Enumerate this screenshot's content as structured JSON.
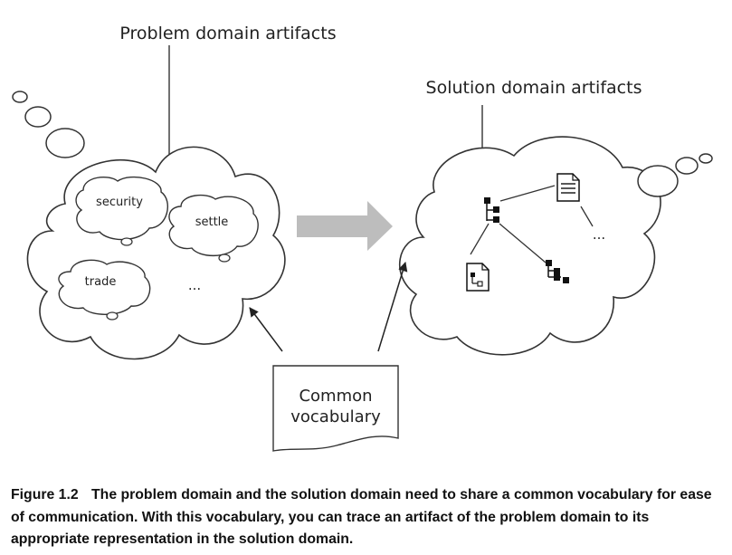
{
  "diagram": {
    "problem_title": "Problem domain artifacts",
    "solution_title": "Solution domain artifacts",
    "problem_clouds": [
      "security",
      "settle",
      "trade"
    ],
    "problem_ellipsis": "...",
    "solution_ellipsis": "...",
    "vocab_line1": "Common",
    "vocab_line2": "vocabulary"
  },
  "caption": {
    "label": "Figure 1.2",
    "text": "The problem domain and the solution domain need to share a common vocabulary for ease of communication. With this vocabulary, you can trace an artifact of the problem domain to its appropriate representation in the solution domain."
  }
}
